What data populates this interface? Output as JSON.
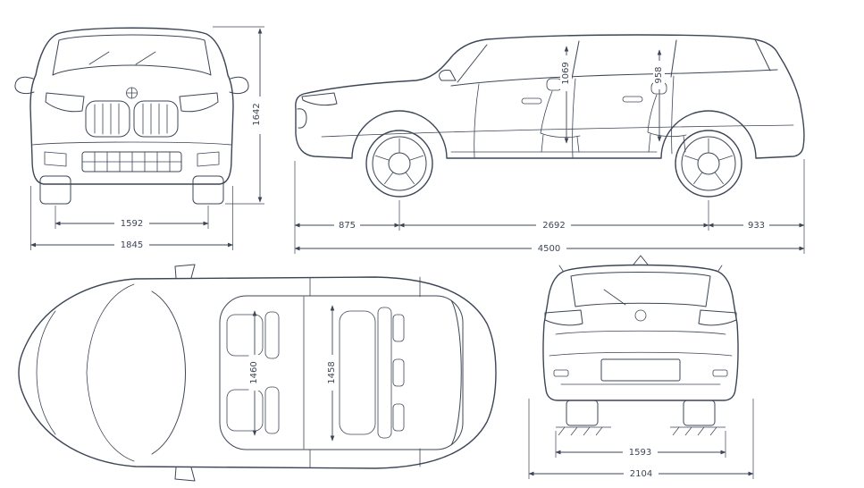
{
  "colors": {
    "line": "#3d4656",
    "background": "#ffffff"
  },
  "views": {
    "front": {
      "height": "1642",
      "track_width": "1592",
      "overall_width": "1845"
    },
    "side": {
      "front_interior_height": "1069",
      "rear_interior_height": "958",
      "front_overhang": "875",
      "wheelbase": "2692",
      "rear_overhang": "933",
      "overall_length": "4500"
    },
    "top": {
      "front_interior_width": "1460",
      "rear_interior_width": "1458"
    },
    "rear": {
      "track_width": "1593",
      "overall_width": "2104"
    }
  }
}
